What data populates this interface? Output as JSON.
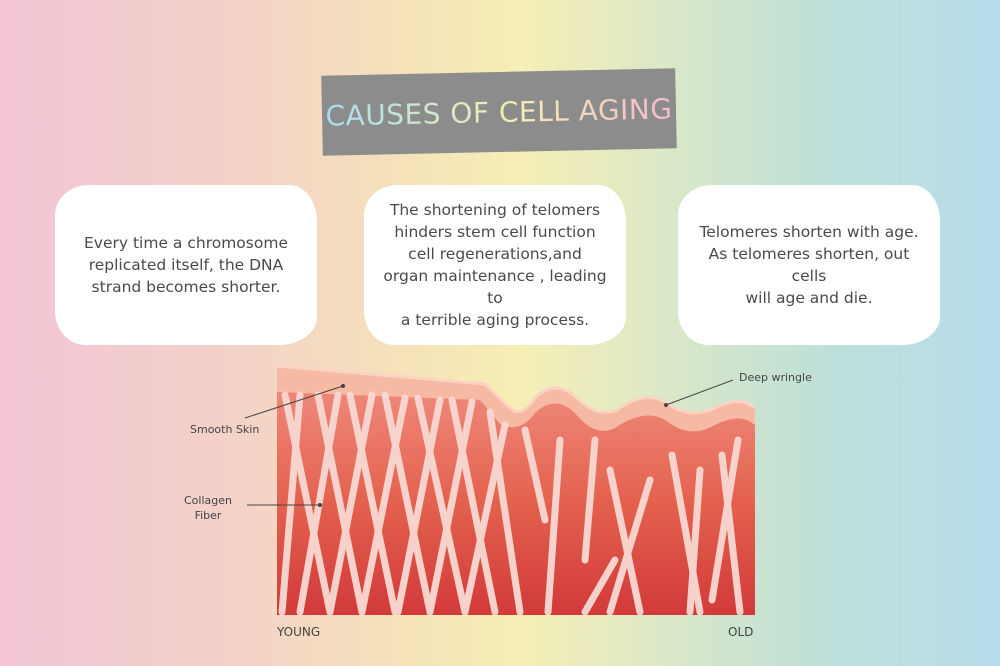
{
  "title": "Causes of Cell Aging",
  "cards": [
    {
      "lines": [
        "Every time a chromosome",
        "replicated itself, the DNA",
        "strand becomes shorter."
      ]
    },
    {
      "lines": [
        "The shortening of telomers",
        "hinders stem cell function",
        "cell regenerations,and",
        "organ maintenance , leading to",
        "a terrible aging process."
      ]
    },
    {
      "lines": [
        "Telomeres shorten with age.",
        "As telomeres shorten, out cells",
        "will age and die."
      ]
    }
  ],
  "labels": {
    "smooth_skin": "Smooth Skin",
    "collagen_1": "Collagen",
    "collagen_2": "Fiber",
    "deep_wrinkle": "Deep wringle",
    "young": "YOUNG",
    "old": "OLD"
  },
  "colors": {
    "title_box": "#8c8c8c",
    "tissue_dark": "#d9413f",
    "tissue_light": "#ef8a7c",
    "skin_surface": "#f6b9a3",
    "fiber": "#f9d9d3"
  }
}
